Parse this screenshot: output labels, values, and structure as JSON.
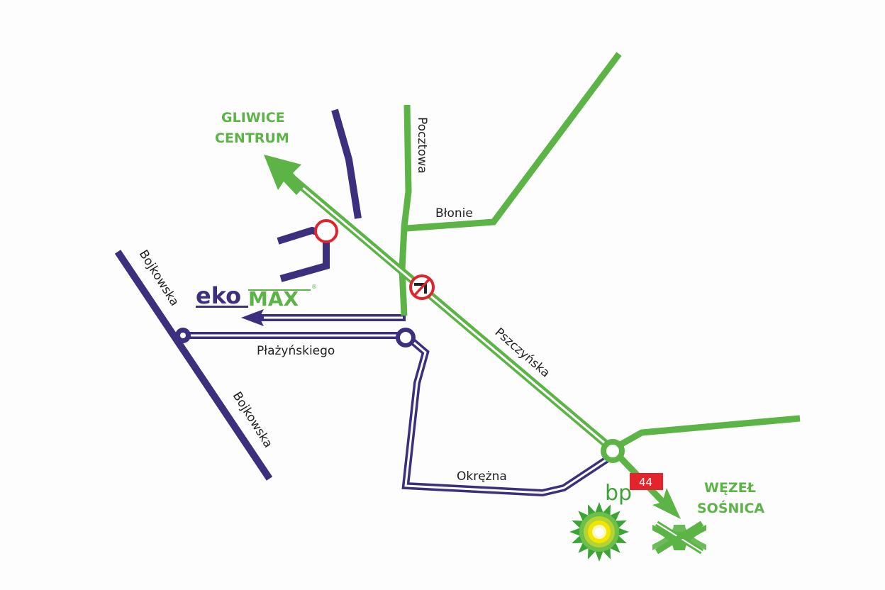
{
  "colors": {
    "green_road": "#5cb447",
    "purple_road": "#3c2f7e",
    "no_entry_red": "#e0242c",
    "route_badge_red": "#e4242c",
    "background": "#fdfdfd"
  },
  "destinations": {
    "gliwice_line1": "GLIWICE",
    "gliwice_line2": "CENTRUM",
    "wezel_line1": "WĘZEŁ",
    "wezel_line2": "SOŚNICA"
  },
  "streets": {
    "pocztowa": "Pocztowa",
    "blonie": "Błonie",
    "pszczynska": "Pszczyńska",
    "plazynskiego": "Płażyńskiego",
    "okrezna": "Okrężna",
    "bojkowska_north": "Bojkowska",
    "bojkowska_south": "Bojkowska"
  },
  "logos": {
    "ekomax_eko": "eko",
    "ekomax_max": "MAX",
    "ekomax_registered": "®",
    "bp": "bp"
  },
  "route_badge": {
    "number": "44"
  },
  "icons": {
    "no_left_turn": "no-left-turn-sign",
    "interchange": "highway-interchange-icon",
    "bp_helios": "bp-helios-logo",
    "roundabouts": [
      "roundabout-plazynskiego-bojkowska",
      "roundabout-plazynskiego-pszczynska",
      "roundabout-pszczynska-44"
    ]
  }
}
